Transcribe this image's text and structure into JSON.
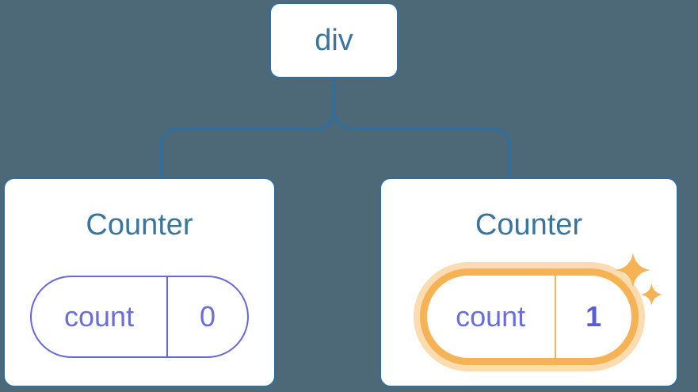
{
  "diagram": {
    "description": "React component tree showing state preservation: a div root with two Counter children; second Counter state just updated",
    "background_color": "#4d6876",
    "root": {
      "label": "div"
    },
    "children": [
      {
        "title": "Counter",
        "state": {
          "key": "count",
          "value": "0"
        },
        "highlighted": false
      },
      {
        "title": "Counter",
        "state": {
          "key": "count",
          "value": "1"
        },
        "highlighted": true
      }
    ],
    "colors": {
      "card_background": "#ffffff",
      "blue_border": "#2f6f9f",
      "blue_text": "#38759f",
      "purple_border": "#6468d8",
      "purple_text": "#6a6edb",
      "updated_value_text": "#585dd3",
      "highlight_orange": "#f6b355",
      "highlight_glow": "#fbdcb0"
    },
    "icons": {
      "sparkles": "state-updated-sparkles"
    }
  }
}
